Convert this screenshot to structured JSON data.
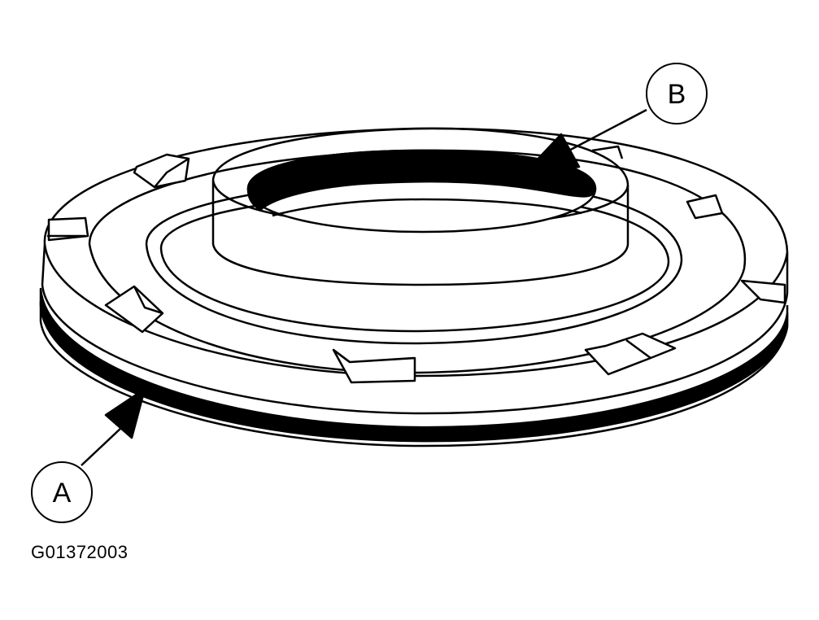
{
  "callouts": {
    "a": {
      "label": "A"
    },
    "b": {
      "label": "B"
    }
  },
  "figure_id": "G01372003",
  "colors": {
    "ink": "#000000",
    "paper": "#ffffff"
  }
}
